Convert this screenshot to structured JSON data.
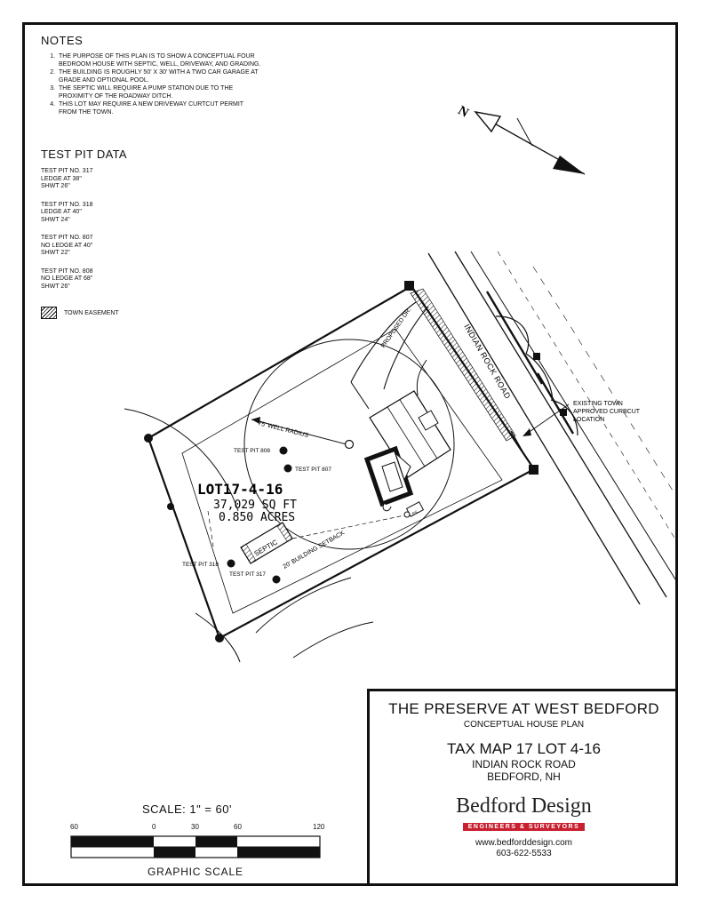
{
  "notes": {
    "title": "NOTES",
    "items": [
      "THE PURPOSE OF THIS PLAN IS TO SHOW A CONCEPTUAL FOUR BEDROOM HOUSE WITH SEPTIC, WELL, DRIVEWAY, AND GRADING.",
      "THE BUILDING IS ROUGHLY 50' X 30' WITH A TWO CAR GARAGE AT GRADE AND OPTIONAL POOL.",
      "THE SEPTIC WILL REQUIRE A PUMP STATION DUE TO THE PROXIMITY OF THE ROADWAY DITCH.",
      "THIS LOT MAY REQUIRE A NEW DRIVEWAY CURTCUT PERMIT FROM THE TOWN."
    ]
  },
  "test_pit_data": {
    "title": "TEST PIT DATA",
    "pits": [
      {
        "name": "TEST PIT NO. 317",
        "ledge": "LEDGE AT 38\"",
        "shwt": "SHWT 26\""
      },
      {
        "name": "TEST PIT NO. 318",
        "ledge": "LEDGE AT 40\"",
        "shwt": "SHWT 24\""
      },
      {
        "name": "TEST PIT NO. 807",
        "ledge": "NO LEDGE AT 40\"",
        "shwt": "SHWT 22\""
      },
      {
        "name": "TEST PIT NO. 808",
        "ledge": "NO LEDGE AT 68\"",
        "shwt": "SHWT 26\""
      }
    ]
  },
  "legend": {
    "town_easement": "TOWN EASEMENT"
  },
  "plan": {
    "north_arrow": "N",
    "road_name": "INDIAN ROCK ROAD",
    "proposed_drive": "PROPOSED DR.",
    "well_radius": "75' WELL RADIUS",
    "building_setback": "20' BUILDING SETBACK",
    "septic": "SEPTIC",
    "lot_id": "LOT17-4-16",
    "lot_area_sqft": "37,029 SQ FT",
    "lot_area_acres": "0.850 ACRES",
    "curbcut_note": [
      "EXISTING TOWN",
      "APPROVED CURBCUT",
      "LOCATION"
    ],
    "test_pits": {
      "tp808": "TEST PIT 808",
      "tp807": "TEST PIT 807",
      "tp318": "TEST PIT 318",
      "tp317": "TEST PIT 317"
    },
    "pump_label": "PS"
  },
  "title_block": {
    "project": "THE PRESERVE AT WEST BEDFORD",
    "subtitle": "CONCEPTUAL HOUSE PLAN",
    "tax_map": "TAX MAP 17 LOT 4-16",
    "road": "INDIAN ROCK ROAD",
    "town": "BEDFORD, NH",
    "company": "Bedford Design",
    "tagline": "ENGINEERS & SURVEYORS",
    "website": "www.bedforddesign.com",
    "phone": "603-622-5533",
    "brand_color": "#c8202f"
  },
  "scale": {
    "title": "SCALE: 1\" = 60'",
    "caption": "GRAPHIC SCALE",
    "ticks": [
      "60",
      "0",
      "30",
      "60",
      "120"
    ]
  }
}
